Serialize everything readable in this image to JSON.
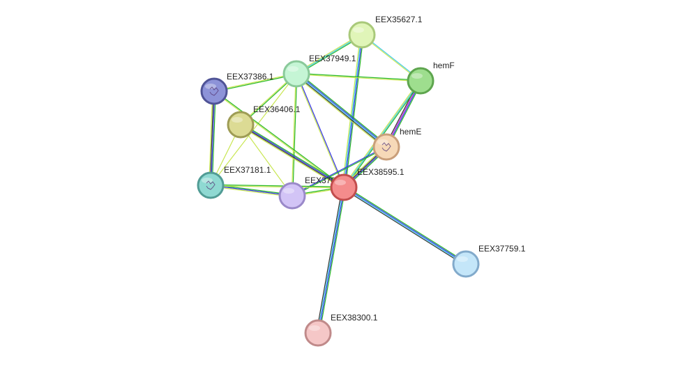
{
  "nodes": [
    {
      "id": "EEX35627.1",
      "label": "EEX35627.1",
      "fill": "#e0f5b8",
      "stroke": "#a9c97a",
      "icon": null
    },
    {
      "id": "hemF",
      "label": "hemF",
      "fill": "#9ede8e",
      "stroke": "#5ea54e",
      "icon": null
    },
    {
      "id": "EEX37949.1",
      "label": "EEX37949.1",
      "fill": "#c5f5d5",
      "stroke": "#8ac99a",
      "icon": null
    },
    {
      "id": "EEX37386.1",
      "label": "EEX37386.1",
      "fill": "#8d93d8",
      "stroke": "#4f5396",
      "icon": "protein-structure-icon"
    },
    {
      "id": "EEX36406.1",
      "label": "EEX36406.1",
      "fill": "#dcdb94",
      "stroke": "#9e9c55",
      "icon": null
    },
    {
      "id": "hemE",
      "label": "hemE",
      "fill": "#f6d9b8",
      "stroke": "#c99f7b",
      "icon": "protein-structure-icon"
    },
    {
      "id": "EEX37181.1",
      "label": "EEX37181.1",
      "fill": "#8fd9d2",
      "stroke": "#519c95",
      "icon": "protein-structure-icon"
    },
    {
      "id": "EEX37817.1",
      "label": "EEX37817.1",
      "fill": "#d2c4f6",
      "stroke": "#9a89c9",
      "icon": null
    },
    {
      "id": "EEX38595.1",
      "label": "EEX38595.1",
      "fill": "#f48c8c",
      "stroke": "#c24d4d",
      "icon": null
    },
    {
      "id": "EEX37759.1",
      "label": "EEX37759.1",
      "fill": "#c4e6f9",
      "stroke": "#82aacb",
      "icon": null
    },
    {
      "id": "EEX38300.1",
      "label": "EEX38300.1",
      "fill": "#f5c7c7",
      "stroke": "#c08a8a",
      "icon": null
    }
  ],
  "edges": [
    {
      "source": "EEX35627.1",
      "target": "EEX37949.1",
      "colors": [
        "#28b828",
        "#3cc8e6",
        "#c8e650"
      ]
    },
    {
      "source": "EEX35627.1",
      "target": "hemF",
      "colors": [
        "#3cc8e6",
        "#c8e650"
      ]
    },
    {
      "source": "EEX35627.1",
      "target": "EEX38595.1",
      "colors": [
        "#28b828",
        "#3232e6",
        "#3cc8e6",
        "#c8e650"
      ]
    },
    {
      "source": "EEX37949.1",
      "target": "hemF",
      "colors": [
        "#28b828",
        "#c8e650"
      ]
    },
    {
      "source": "EEX37949.1",
      "target": "EEX37386.1",
      "colors": [
        "#28b828",
        "#c8e650"
      ]
    },
    {
      "source": "EEX37949.1",
      "target": "EEX36406.1",
      "colors": [
        "#28b828",
        "#c8e650"
      ]
    },
    {
      "source": "EEX37949.1",
      "target": "hemE",
      "colors": [
        "#28b828",
        "#3232e6",
        "#3cc8e6",
        "#333333",
        "#c8e650"
      ]
    },
    {
      "source": "EEX37949.1",
      "target": "EEX37817.1",
      "colors": [
        "#28b828",
        "#c8e650"
      ]
    },
    {
      "source": "EEX37949.1",
      "target": "EEX38595.1",
      "colors": [
        "#3232e6",
        "#c8e650"
      ]
    },
    {
      "source": "EEX37949.1",
      "target": "EEX37181.1",
      "colors": [
        "#c8e650"
      ]
    },
    {
      "source": "hemF",
      "target": "hemE",
      "colors": [
        "#28b828",
        "#3232e6",
        "#c832c8",
        "#333333"
      ]
    },
    {
      "source": "hemF",
      "target": "EEX38595.1",
      "colors": [
        "#28b828",
        "#3cc8e6",
        "#c8e650"
      ]
    },
    {
      "source": "EEX37386.1",
      "target": "EEX37181.1",
      "colors": [
        "#28b828",
        "#3232e6",
        "#333333",
        "#c8e650"
      ]
    },
    {
      "source": "EEX37386.1",
      "target": "EEX38595.1",
      "colors": [
        "#28b828",
        "#c8e650"
      ]
    },
    {
      "source": "EEX36406.1",
      "target": "EEX37181.1",
      "colors": [
        "#c8e650"
      ]
    },
    {
      "source": "EEX36406.1",
      "target": "EEX38595.1",
      "colors": [
        "#28b828",
        "#3232e6",
        "#333333",
        "#c8e650"
      ]
    },
    {
      "source": "EEX36406.1",
      "target": "EEX37817.1",
      "colors": [
        "#c8e650"
      ]
    },
    {
      "source": "hemE",
      "target": "EEX38595.1",
      "colors": [
        "#28b828",
        "#3232e6",
        "#333333",
        "#c8e650"
      ]
    },
    {
      "source": "hemE",
      "target": "EEX37817.1",
      "colors": [
        "#28b828",
        "#3232e6"
      ]
    },
    {
      "source": "EEX37181.1",
      "target": "EEX37817.1",
      "colors": [
        "#28b828",
        "#3232e6",
        "#c8e650"
      ]
    },
    {
      "source": "EEX37181.1",
      "target": "EEX38595.1",
      "colors": [
        "#28b828",
        "#c8e650"
      ]
    },
    {
      "source": "EEX37817.1",
      "target": "EEX38595.1",
      "colors": [
        "#28b828",
        "#c8e650"
      ]
    },
    {
      "source": "EEX38595.1",
      "target": "EEX37759.1",
      "colors": [
        "#28b828",
        "#3232e6",
        "#3cc8e6",
        "#333333"
      ]
    },
    {
      "source": "EEX38595.1",
      "target": "EEX38300.1",
      "colors": [
        "#28b828",
        "#3232e6",
        "#3cc8e6",
        "#333333"
      ]
    }
  ]
}
